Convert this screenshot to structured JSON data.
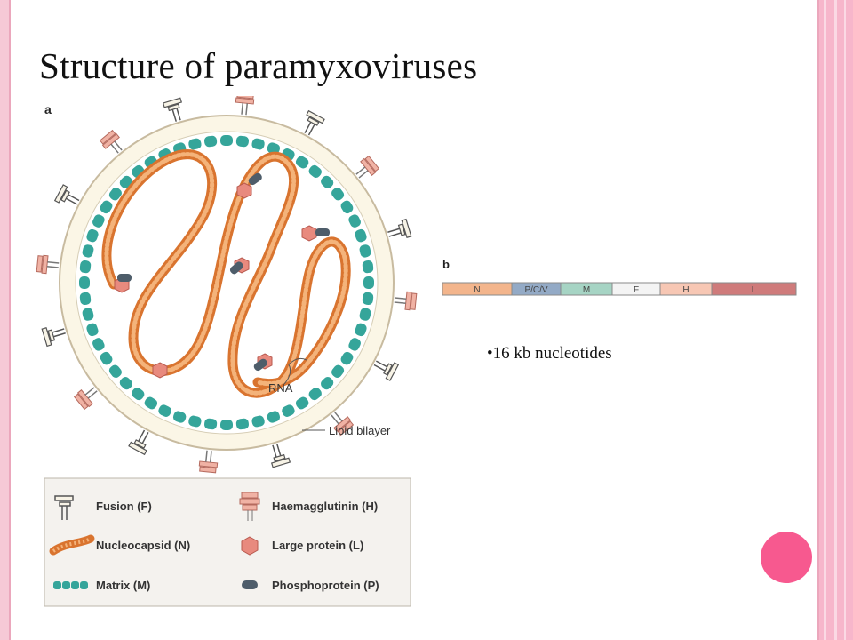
{
  "slide": {
    "title": "Structure of paramyxoviruses",
    "bullet": "16 kb nucleotides"
  },
  "panel_a": {
    "label": "a",
    "rna_label": "RNA",
    "bilayer_label": "Lipid bilayer"
  },
  "legend": {
    "fusion": "Fusion (F)",
    "haemagglutinin": "Haemagglutinin (H)",
    "nucleocapsid": "Nucleocapsid (N)",
    "large_protein": "Large protein (L)",
    "matrix": "Matrix (M)",
    "phosphoprotein": "Phosphoprotein (P)"
  },
  "panel_b": {
    "label": "b",
    "genes": [
      "N",
      "P/C/V",
      "M",
      "F",
      "H",
      "L"
    ]
  },
  "colors": {
    "nucleocapsid": "#d9742f",
    "matrix": "#35a59a",
    "large_protein": "#e88a7e",
    "phosphoprotein": "#4e5d6a",
    "lipid_outer": "#f7f1d9",
    "haemagglutinin": "#f0b2a4",
    "accent": "#f7598f",
    "gene_N": "#f3b58c",
    "gene_P": "#93aac6",
    "gene_M": "#a6d4c4",
    "gene_F": "#f4f4f4",
    "gene_H": "#f7c7b4",
    "gene_L": "#cf7b7b"
  }
}
